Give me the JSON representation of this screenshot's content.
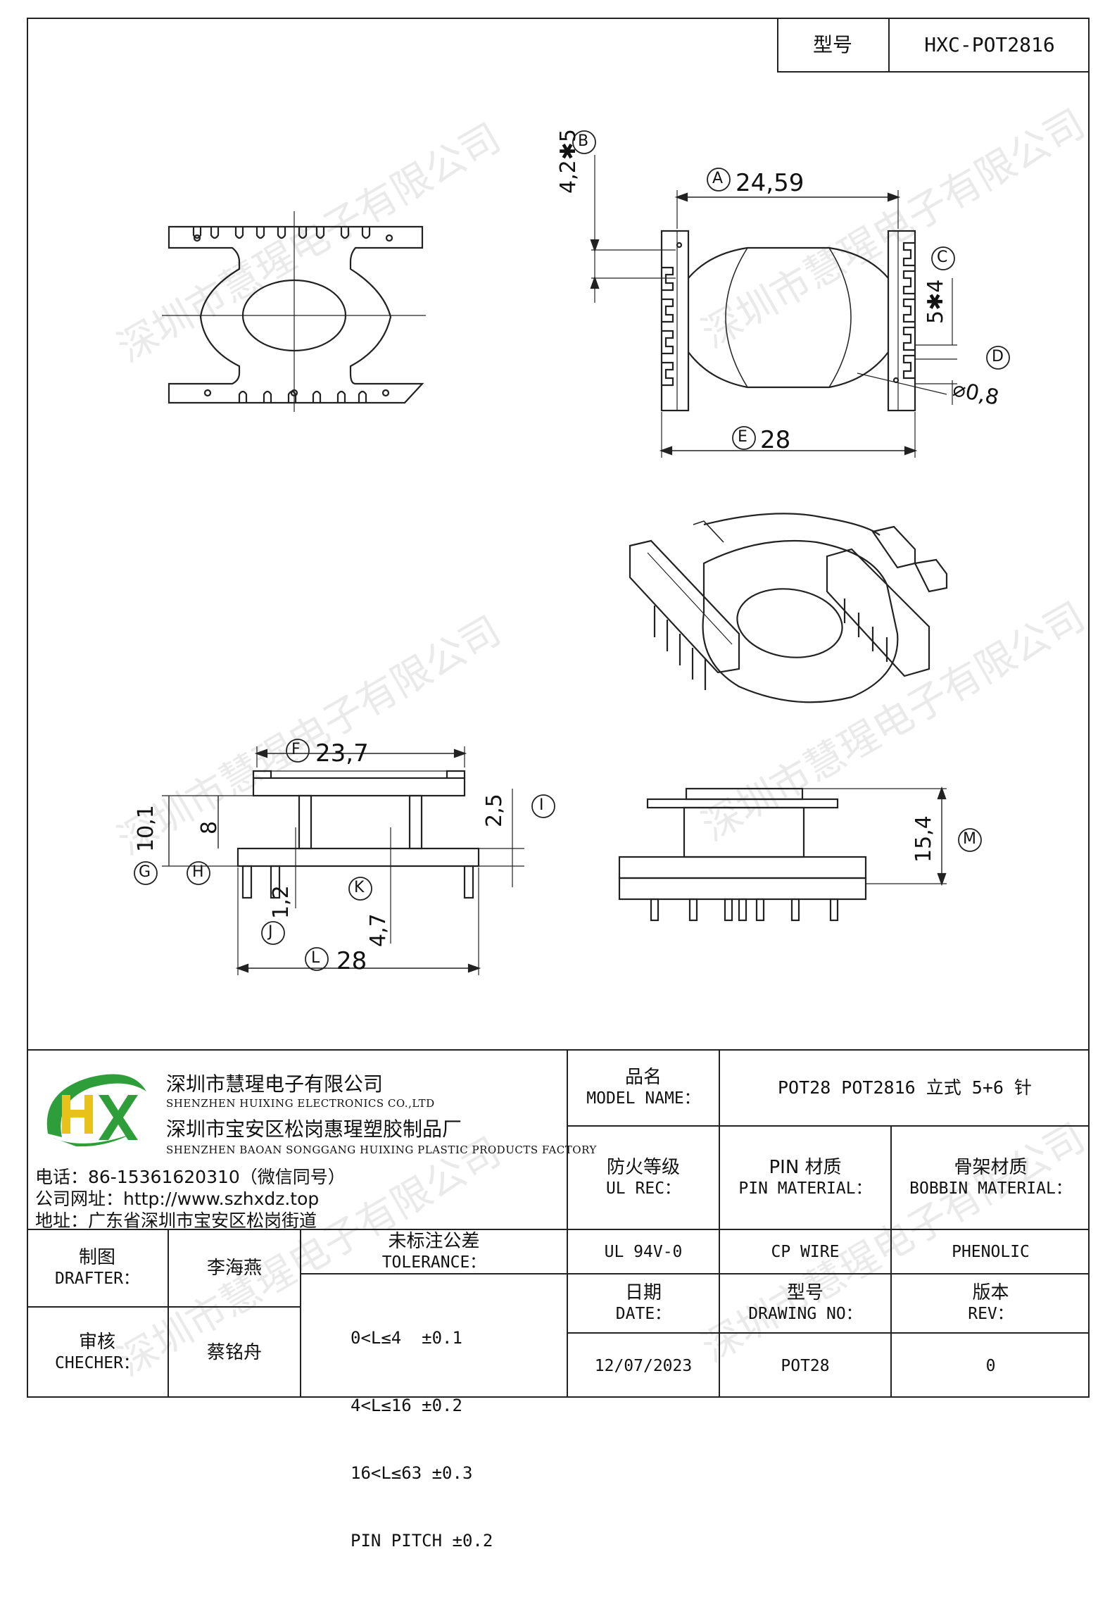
{
  "header": {
    "type_label": "型号",
    "type_value": "HXC-POT2816"
  },
  "drawing": {
    "dims": {
      "A": "24,59",
      "B": "4,2✱5",
      "C": "5✱4",
      "D": "⌀0,8",
      "E": "28",
      "F": "23,7",
      "G": "10,1",
      "H": "8",
      "I": "2,5",
      "J": "1,2",
      "K": "4,7",
      "L": "28",
      "M": "15,4"
    },
    "callouts": [
      "A",
      "B",
      "C",
      "D",
      "E",
      "F",
      "G",
      "H",
      "I",
      "J",
      "K",
      "L",
      "M"
    ]
  },
  "watermark": "深圳市慧瑆电子有限公司",
  "company": {
    "logo_text": "HX",
    "name_cn": "深圳市慧瑆电子有限公司",
    "name_en": "SHENZHEN HUIXING ELECTRONICS CO.,LTD",
    "factory_cn": "深圳市宝安区松岗惠瑆塑胶制品厂",
    "factory_en": "SHENZHEN BAOAN SONGGANG HUIXING PLASTIC PRODUCTS FACTORY",
    "phone": "电话：86-15361620310（微信同号）",
    "website": "公司网址：http://www.szhxdz.top",
    "address": "地址：广东省深圳市宝安区松岗街道"
  },
  "title_block": {
    "model_name_cn": "品名",
    "model_name_en": "MODEL NAME：",
    "model_name_value": "POT28 POT2816 立式 5+6 针",
    "fire_cn": "防火等级",
    "fire_en": "UL REC：",
    "pin_cn": "PIN 材质",
    "pin_en": "PIN MATERIAL：",
    "bobbin_cn": "骨架材质",
    "bobbin_en": "BOBBIN MATERIAL：",
    "fire_value": "UL 94V-0",
    "pin_value": "CP WIRE",
    "bobbin_value": "PHENOLIC",
    "drafter_cn": "制图",
    "drafter_en": "DRAFTER：",
    "drafter_value": "李海燕",
    "checker_cn": "审核",
    "checker_en": "CHECHER：",
    "checker_value": "蔡铭舟",
    "tolerance_cn": "未标注公差",
    "tolerance_en": "TOLERANCE：",
    "tolerance_lines": [
      "0<L≤4  ±0.1",
      "4<L≤16 ±0.2",
      "16<L≤63 ±0.3",
      "PIN PITCH ±0.2"
    ],
    "date_cn": "日期",
    "date_en": "DATE：",
    "date_value": "12/07/2023",
    "drawing_no_cn": "型号",
    "drawing_no_en": "DRAWING NO：",
    "drawing_no_value": "POT28",
    "rev_cn": "版本",
    "rev_en": "REV：",
    "rev_value": "0"
  },
  "colors": {
    "logo_green": "#2e9e3a",
    "logo_yellow": "#e8c21a",
    "line": "#222222"
  }
}
